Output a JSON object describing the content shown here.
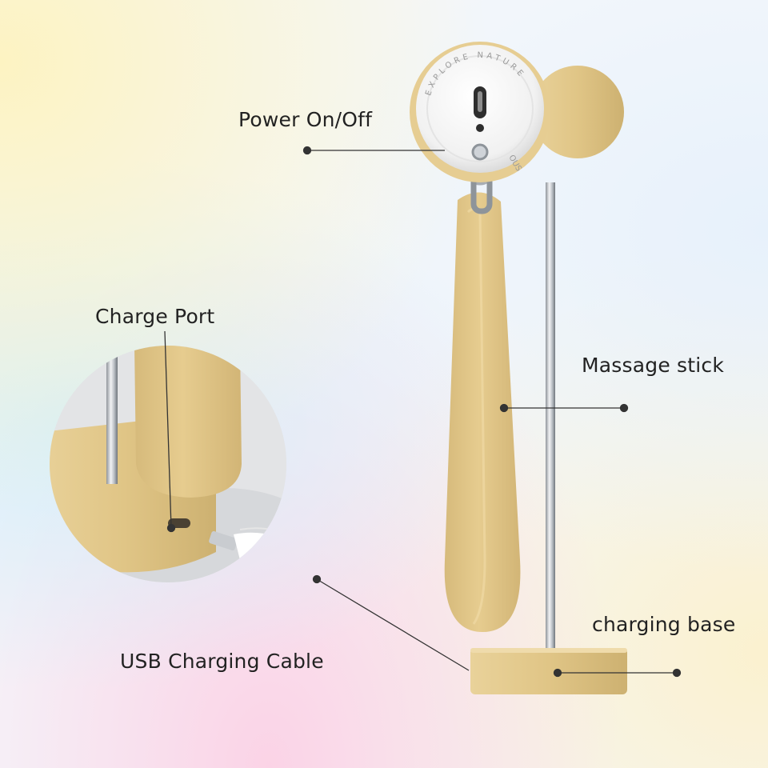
{
  "labels": {
    "power": "Power On/Off",
    "charge_port": "Charge Port",
    "massage_stick": "Massage stick",
    "charging_base": "charging base",
    "usb_cable": "USB Charging Cable"
  },
  "device_text": {
    "ring_top": "EXPLORE NATURE",
    "ring_right": "OUS"
  },
  "colors": {
    "beige": "#e3c98d",
    "white_head": "#f7f7f7",
    "steel": "#c9cdd2",
    "line": "#333333"
  }
}
